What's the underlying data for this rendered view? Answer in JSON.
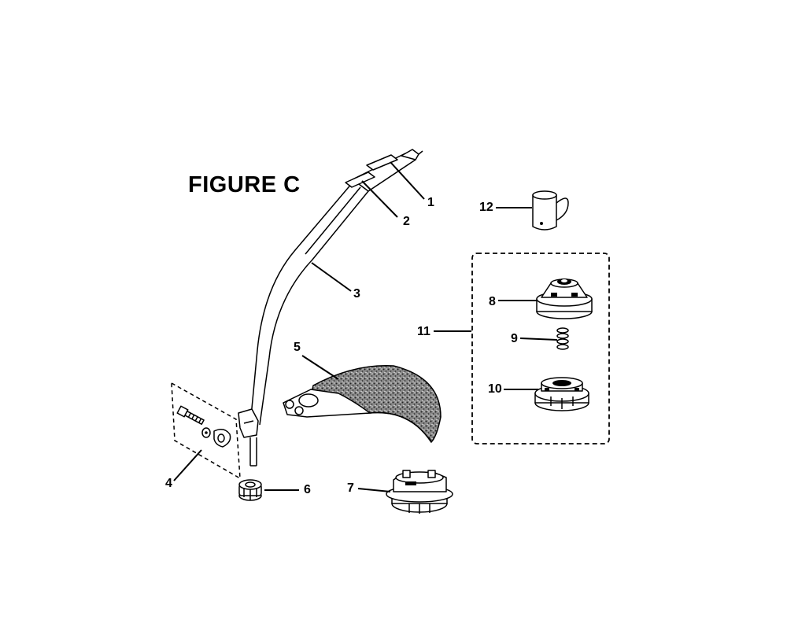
{
  "figure": {
    "title": "FIGURE C"
  },
  "callouts": [
    "1",
    "2",
    "3",
    "4",
    "5",
    "6",
    "7",
    "8",
    "9",
    "10",
    "11",
    "12"
  ],
  "colors": {
    "ink": "#000000",
    "paper": "#ffffff",
    "guard_stipple": "#555555"
  }
}
